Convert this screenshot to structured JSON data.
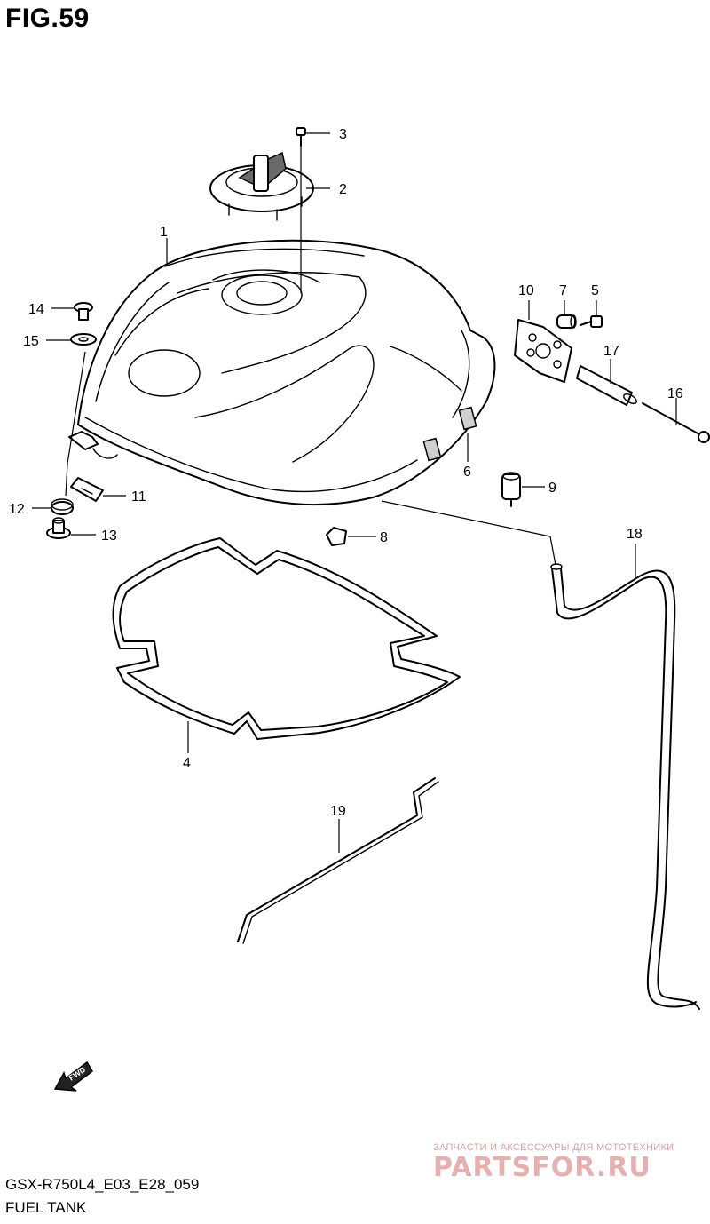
{
  "figure": {
    "title": "FIG.59",
    "code": "GSX-R750L4_E03_E28_059",
    "caption": "FUEL TANK"
  },
  "callouts": {
    "c1": "1",
    "c2": "2",
    "c3": "3",
    "c4": "4",
    "c5": "5",
    "c6": "6",
    "c7": "7",
    "c8": "8",
    "c9": "9",
    "c10": "10",
    "c11": "11",
    "c12": "12",
    "c13": "13",
    "c14": "14",
    "c15": "15",
    "c16": "16",
    "c17": "17",
    "c18": "18",
    "c19": "19"
  },
  "fwd_label": "FWD",
  "watermark": {
    "subtitle": "ЗАПЧАСТИ И АКСЕССУАРЫ ДЛЯ МОТОТЕХНИКИ",
    "logo": "PARTSFOR.RU"
  },
  "colors": {
    "line": "#000000",
    "watermark": "#e7b0b0"
  }
}
